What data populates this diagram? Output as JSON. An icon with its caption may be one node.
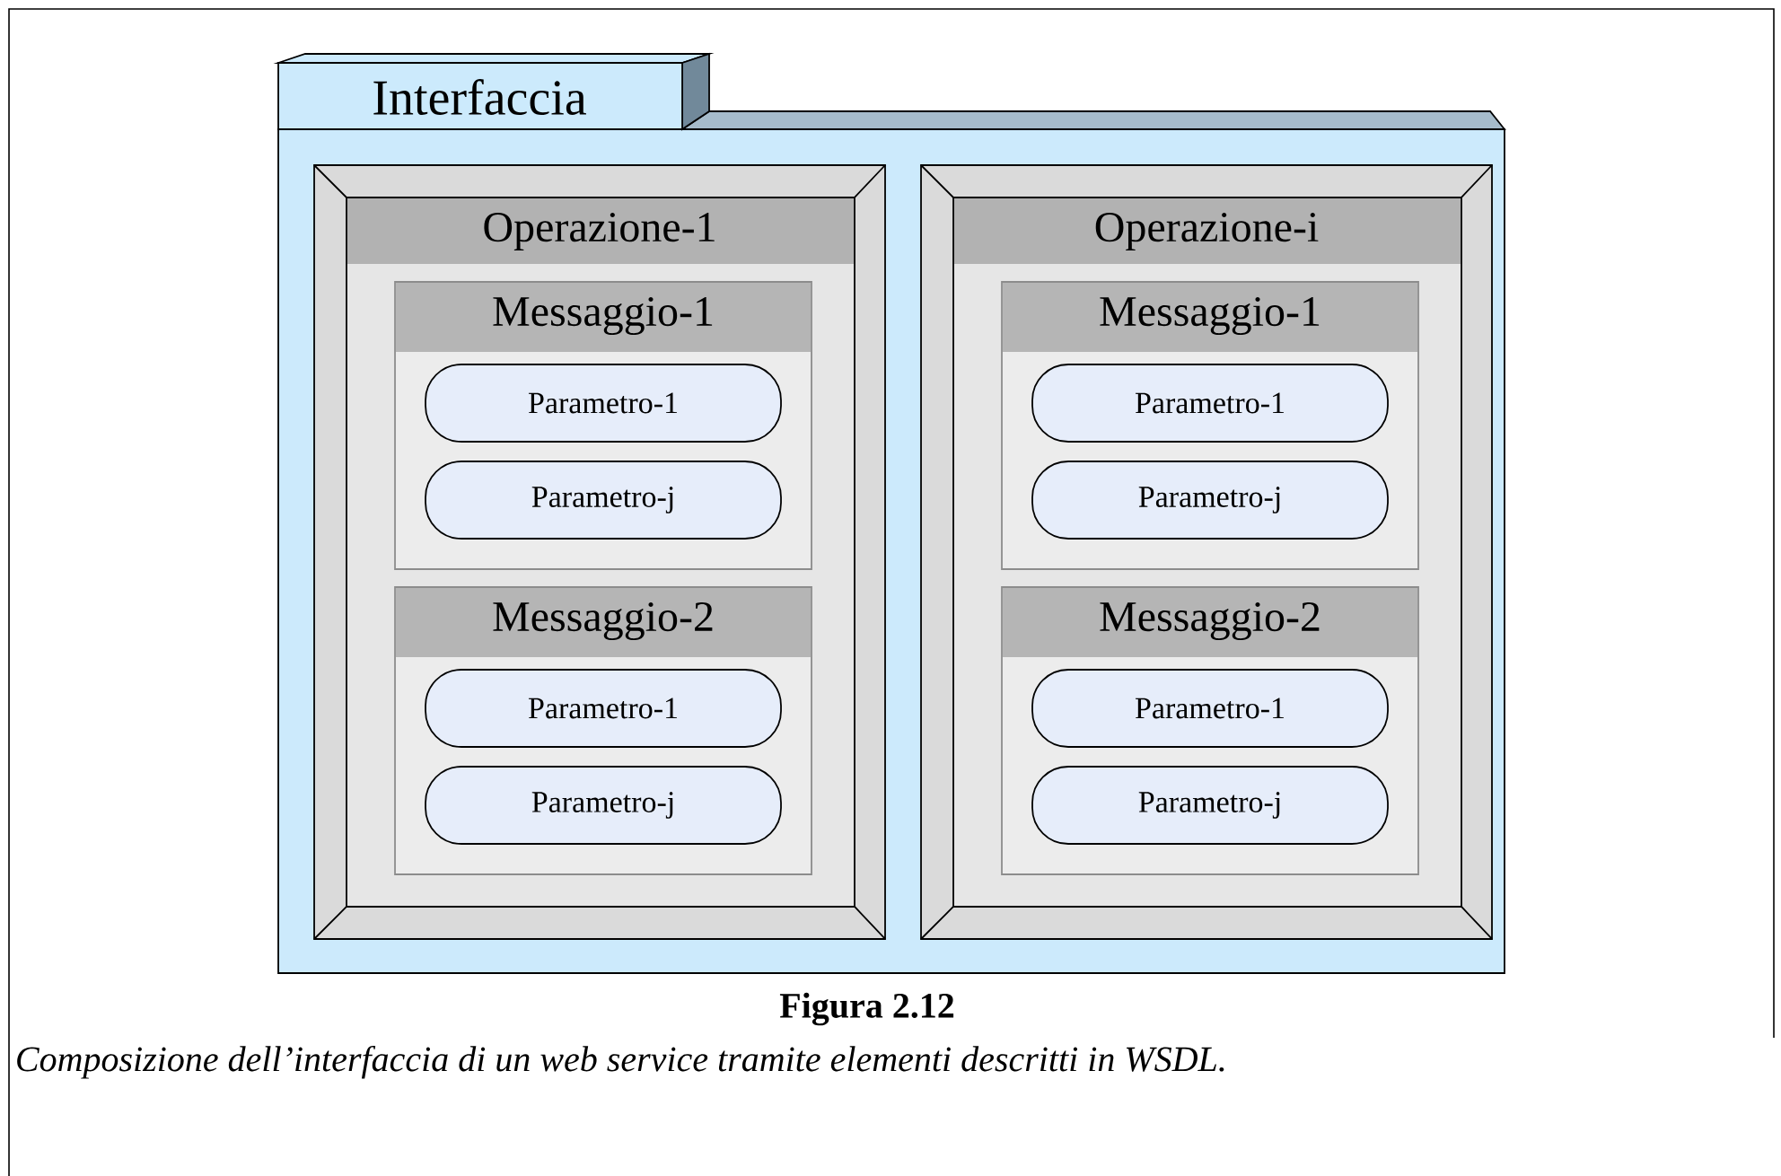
{
  "diagram": {
    "caption": "Composizione dell’interfaccia di un web service tramite elementi descritti in WSDL.",
    "nodes": [
      {
        "text": [
          "Interfaccia"
        ]
      },
      {
        "text": [
          "Operazione-1"
        ],
        "in": 0
      },
      {
        "text": [
          "Messaggio-1"
        ],
        "in": 1
      },
      {
        "text": [
          "Parametro-1"
        ],
        "in": 2
      },
      {
        "text": [
          "Parametro-j"
        ],
        "in": 2
      },
      {
        "text": [
          "Messaggio-2"
        ],
        "in": 1
      },
      {
        "text": [
          "Parametro-1"
        ],
        "in": 5
      },
      {
        "text": [
          "Parametro-j"
        ],
        "in": 5
      },
      {
        "text": [
          "Operazione-i"
        ],
        "in": 0
      },
      {
        "text": [
          "Messaggio-1"
        ],
        "in": 8
      },
      {
        "text": [
          "Parametro-1"
        ],
        "in": 9
      },
      {
        "text": [
          "Parametro-j"
        ],
        "in": 9
      },
      {
        "text": [
          "Messaggio-2"
        ],
        "in": 8
      },
      {
        "text": [
          "Parametro-1"
        ],
        "in": 12
      },
      {
        "text": [
          "Parametro-j"
        ],
        "in": 12
      }
    ],
    "labels": [
      "Figura 2.12"
    ]
  }
}
